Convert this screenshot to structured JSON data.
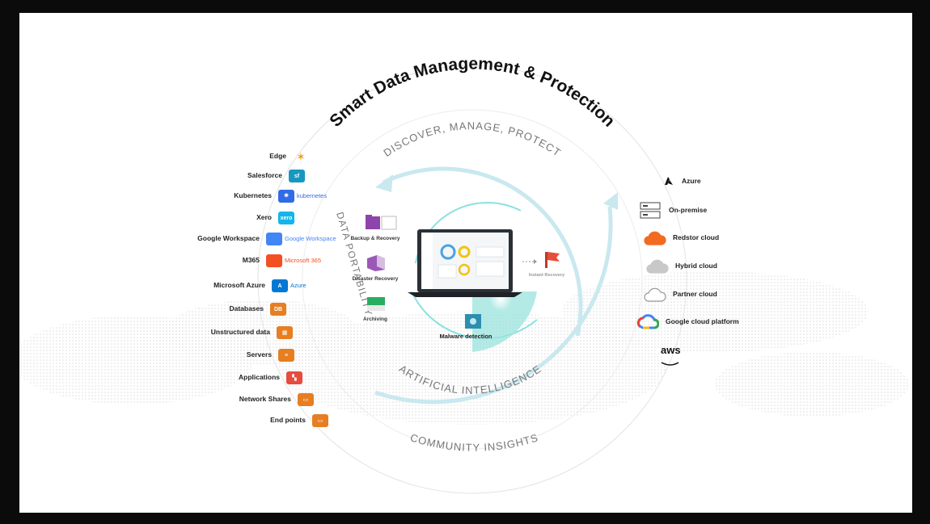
{
  "diagram": {
    "title": "Smart Data Management & Protection",
    "ring_top": "DISCOVER, MANAGE, PROTECT",
    "ring_left": "DATA PORTABILITY",
    "ring_bottom": "ARTIFICIAL INTELLIGENCE",
    "ring_outer_bottom": "COMMUNITY INSIGHTS"
  },
  "sources": [
    {
      "label": "Edge",
      "icon": "edge-star-icon",
      "color": "#f39c12",
      "tag": "✶"
    },
    {
      "label": "Salesforce",
      "icon": "salesforce-icon",
      "color": "#1798c1",
      "tag": "sf"
    },
    {
      "label": "Kubernetes",
      "icon": "kubernetes-icon",
      "color": "#326ce5",
      "tag": "⎈",
      "brand": "kubernetes"
    },
    {
      "label": "Xero",
      "icon": "xero-icon",
      "color": "#13b5ea",
      "tag": "xero"
    },
    {
      "label": "Google Workspace",
      "icon": "google-workspace-icon",
      "color": "#4285f4",
      "tag": "",
      "brand": "Google Workspace"
    },
    {
      "label": "M365",
      "icon": "microsoft-365-icon",
      "color": "#f25022",
      "tag": "",
      "brand": "Microsoft 365"
    },
    {
      "label": "Microsoft Azure",
      "icon": "azure-icon",
      "color": "#0078d4",
      "tag": "A",
      "brand": "Azure"
    },
    {
      "label": "Databases",
      "icon": "database-icon",
      "color": "#e67e22",
      "tag": "DB"
    },
    {
      "label": "Unstructured data",
      "icon": "unstructured-data-icon",
      "color": "#e67e22",
      "tag": "▦"
    },
    {
      "label": "Servers",
      "icon": "server-icon",
      "color": "#e67e22",
      "tag": "≡"
    },
    {
      "label": "Applications",
      "icon": "applications-icon",
      "color": "#e74c3c",
      "tag": "▚"
    },
    {
      "label": "Network Shares",
      "icon": "network-share-icon",
      "color": "#e67e22",
      "tag": "▭"
    },
    {
      "label": "End points",
      "icon": "endpoint-icon",
      "color": "#e67e22",
      "tag": "▭"
    }
  ],
  "destinations": [
    {
      "label": "Azure",
      "icon": "azure-logo-icon"
    },
    {
      "label": "On-premise",
      "icon": "on-premise-server-icon"
    },
    {
      "label": "Redstor cloud",
      "icon": "redstor-cloud-icon",
      "color": "#f26b21"
    },
    {
      "label": "Hybrid cloud",
      "icon": "hybrid-cloud-icon",
      "color": "#c8c8c8"
    },
    {
      "label": "Partner cloud",
      "icon": "partner-cloud-icon",
      "color": "#d8d8d8"
    },
    {
      "label": "Google cloud platform",
      "icon": "google-cloud-icon"
    },
    {
      "label": "aws",
      "icon": "aws-logo-icon"
    }
  ],
  "features": [
    {
      "label": "Backup & Recovery",
      "icon": "backup-recovery-icon",
      "color": "#8e44ad"
    },
    {
      "label": "Disaster Recovery",
      "icon": "disaster-recovery-icon",
      "color": "#9b59b6"
    },
    {
      "label": "Archiving",
      "icon": "archiving-icon",
      "color": "#27ae60"
    },
    {
      "label": "Malware detection",
      "icon": "malware-detection-icon",
      "color": "#2c8fb0"
    },
    {
      "label": "Instant Recovery",
      "icon": "instant-recovery-icon",
      "color": "#e74c3c"
    }
  ],
  "colors": {
    "ring": "#cfe9ef",
    "arrow": "#bfe3ec",
    "accent": "#48d1d1",
    "laptop": "#2b2f36"
  }
}
